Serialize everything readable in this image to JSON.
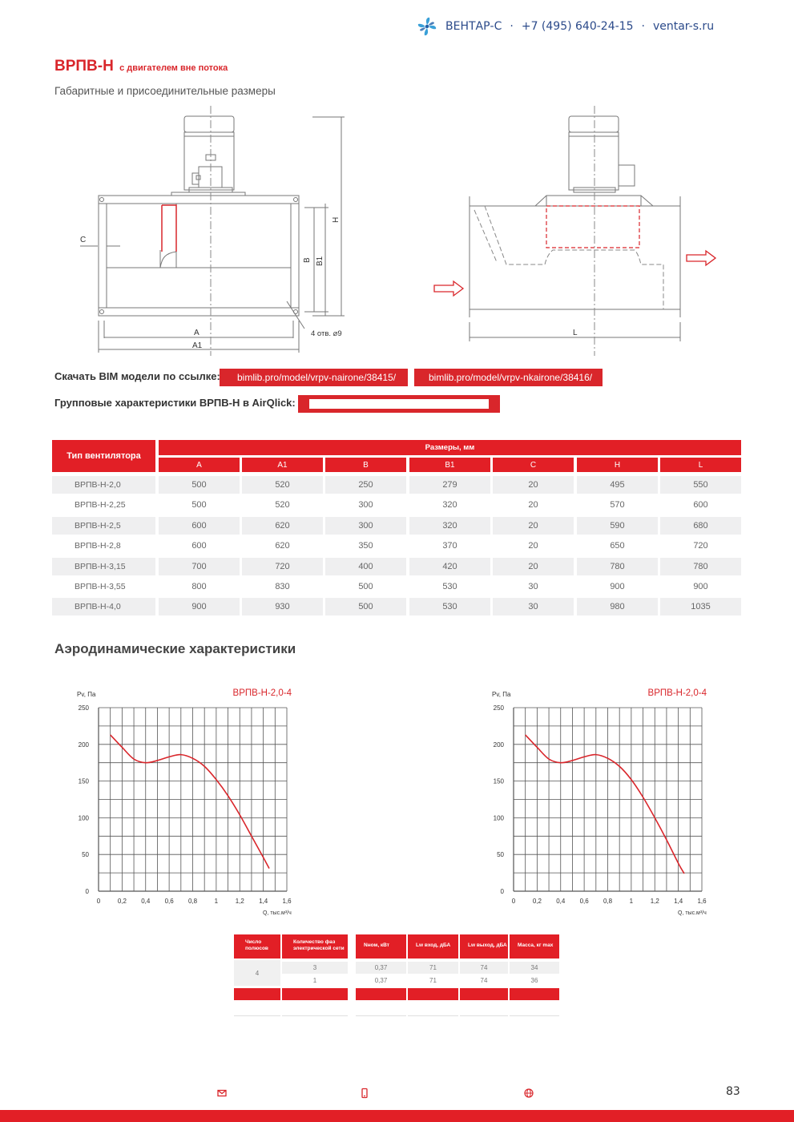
{
  "header": {
    "brand_name": "ВЕНТАР-С",
    "separator": "·",
    "phone": "+7 (495) 640-24-15",
    "website": "ventar-s.ru"
  },
  "title": {
    "model": "ВРПВ-Н",
    "suffix": "с двигателем вне потока"
  },
  "subtitle": "Габаритные и присоединительные размеры",
  "drawing": {
    "labels": {
      "C": "C",
      "B": "B",
      "B1": "B1",
      "H": "H",
      "A": "A",
      "A1": "A1",
      "holes": "4 отв. ⌀9",
      "L": "L"
    }
  },
  "links": {
    "bim_label": "Скачать BIM модели по ссылке:",
    "bim_link_1": "bimlib.pro/model/vrpv-nairone/38415/",
    "bim_link_2": "bimlib.pro/model/vrpv-nkairone/38416/",
    "airqlick_label": "Групповые характеристики ВРПВ-Н в AirQlick:"
  },
  "sizes_table": {
    "type_header": "Тип вентилятора",
    "group_header": "Размеры, мм",
    "columns": [
      "A",
      "A1",
      "B",
      "B1",
      "C",
      "H",
      "L"
    ],
    "rows": [
      {
        "type": "ВРПВ-Н-2,0",
        "values": [
          "500",
          "520",
          "250",
          "279",
          "20",
          "495",
          "550"
        ]
      },
      {
        "type": "ВРПВ-Н-2,25",
        "values": [
          "500",
          "520",
          "300",
          "320",
          "20",
          "570",
          "600"
        ]
      },
      {
        "type": "ВРПВ-Н-2,5",
        "values": [
          "600",
          "620",
          "300",
          "320",
          "20",
          "590",
          "680"
        ]
      },
      {
        "type": "ВРПВ-Н-2,8",
        "values": [
          "600",
          "620",
          "350",
          "370",
          "20",
          "650",
          "720"
        ]
      },
      {
        "type": "ВРПВ-Н-3,15",
        "values": [
          "700",
          "720",
          "400",
          "420",
          "20",
          "780",
          "780"
        ]
      },
      {
        "type": "ВРПВ-Н-3,55",
        "values": [
          "800",
          "830",
          "500",
          "530",
          "30",
          "900",
          "900"
        ]
      },
      {
        "type": "ВРПВ-Н-4,0",
        "values": [
          "900",
          "930",
          "500",
          "530",
          "30",
          "980",
          "1035"
        ]
      }
    ]
  },
  "aero_title": "Аэродинамические характеристики",
  "chart_data": [
    {
      "type": "line",
      "title": "ВРПВ-Н-2,0-4",
      "xlabel": "Q, тыс.м³/ч",
      "ylabel": "Pv, Па",
      "xlim": [
        0,
        1.6
      ],
      "ylim": [
        0,
        250
      ],
      "grid": true,
      "x_ticks": [
        "0",
        "0,2",
        "0,4",
        "0,6",
        "0,8",
        "1",
        "1,2",
        "1,4",
        "1,6"
      ],
      "y_ticks": [
        "0",
        "50",
        "100",
        "150",
        "200",
        "250"
      ],
      "series": [
        {
          "color": "#d9262b",
          "x": [
            0.1,
            0.2,
            0.3,
            0.4,
            0.5,
            0.6,
            0.7,
            0.8,
            0.9,
            1.0,
            1.1,
            1.2,
            1.3,
            1.4,
            1.45
          ],
          "y": [
            213,
            196,
            180,
            175,
            178,
            183,
            186,
            181,
            170,
            152,
            130,
            104,
            75,
            46,
            31
          ]
        }
      ]
    },
    {
      "type": "line",
      "title": "ВРПВ-Н-2,0-4",
      "xlabel": "Q, тыс.м³/ч",
      "ylabel": "Pv, Па",
      "xlim": [
        0,
        1.6
      ],
      "ylim": [
        0,
        250
      ],
      "grid": true,
      "x_ticks": [
        "0",
        "0,2",
        "0,4",
        "0,6",
        "0,8",
        "1",
        "1,2",
        "1,4",
        "1,6"
      ],
      "y_ticks": [
        "0",
        "50",
        "100",
        "150",
        "200",
        "250"
      ],
      "series": [
        {
          "color": "#d9262b",
          "x": [
            0.1,
            0.2,
            0.3,
            0.4,
            0.5,
            0.6,
            0.7,
            0.8,
            0.9,
            1.0,
            1.1,
            1.2,
            1.3,
            1.4,
            1.45
          ],
          "y": [
            213,
            196,
            180,
            175,
            178,
            183,
            186,
            181,
            170,
            152,
            128,
            100,
            70,
            38,
            24
          ]
        }
      ]
    }
  ],
  "spec_table": {
    "headers": [
      "Число полюсов",
      "Количество фаз электрической сети",
      "Nном, кВт",
      "Lw вход, дБА",
      "Lw выход, дБА",
      "Масса, кг max"
    ],
    "poles": "4",
    "rows": [
      [
        "3",
        "0,37",
        "71",
        "74",
        "34"
      ],
      [
        "1",
        "0,37",
        "71",
        "74",
        "36"
      ]
    ]
  },
  "footer": {
    "page_number": "83",
    "icons": [
      "mail-icon",
      "phone-icon",
      "globe-icon"
    ]
  },
  "colors": {
    "accent": "#e21f26",
    "brand_blue": "#2b4a8a"
  }
}
